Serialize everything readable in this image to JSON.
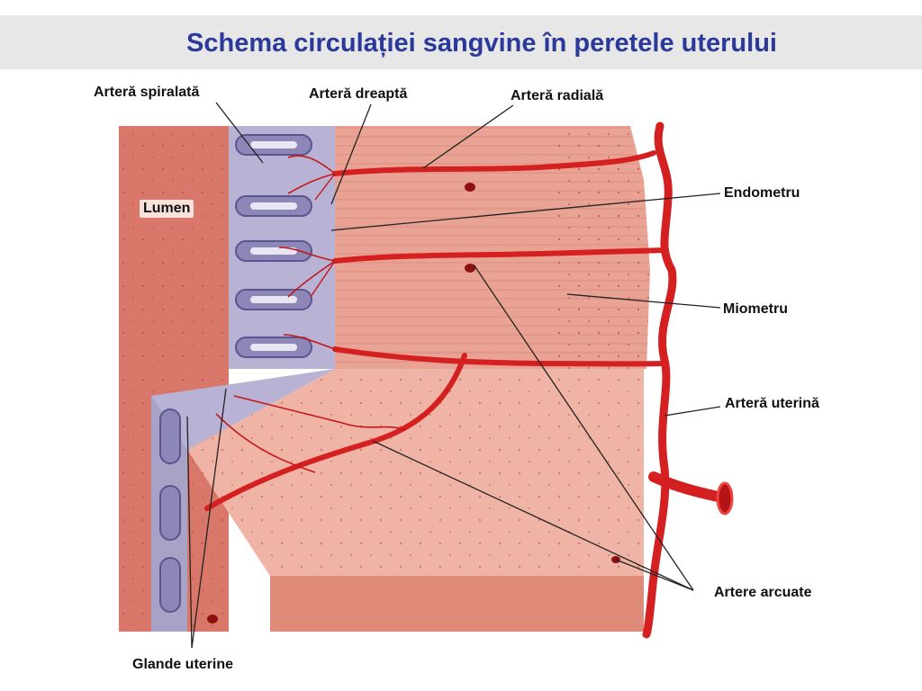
{
  "title": "Schema circulației sangvine în peretele uterului",
  "labels": {
    "spiral": "Arteră spiralată",
    "straight": "Arteră dreaptă",
    "radial": "Arteră radială",
    "endometrium": "Endometru",
    "myometrium": "Miometru",
    "uterine_artery": "Arteră uterină",
    "arcuate": "Artere arcuate",
    "glands": "Glande uterine",
    "lumen": "Lumen"
  },
  "colors": {
    "title": "#2b3a9a",
    "artery": "#d42020",
    "endometrium": "#a7a3c6",
    "myometrium": "#e69a8a",
    "lumen_wall": "#d9776a"
  }
}
